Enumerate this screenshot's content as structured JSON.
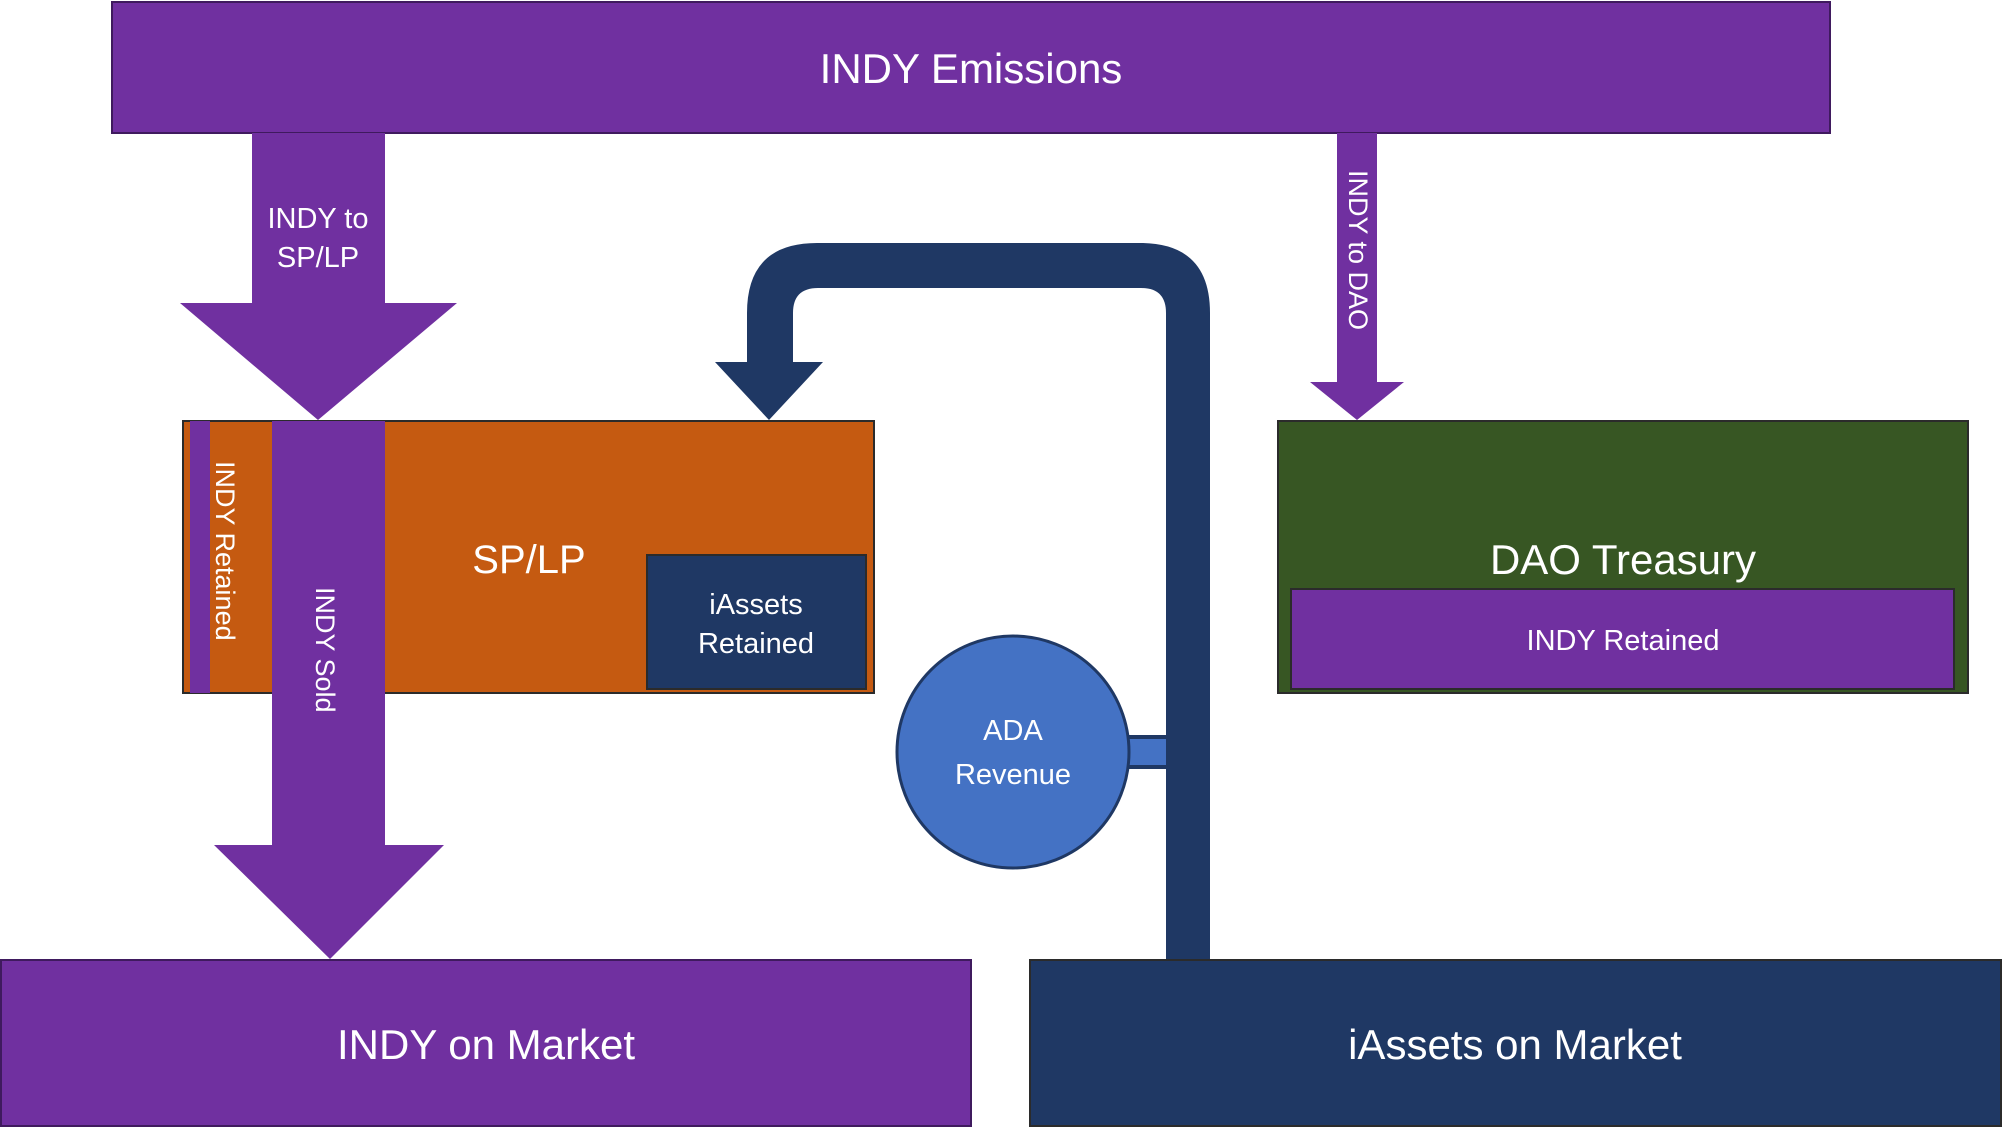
{
  "colors": {
    "purple": "#7030a0",
    "orange": "#c55a11",
    "navy": "#1f3864",
    "green": "#375623",
    "blue": "#4472c4",
    "text": "#ffffff"
  },
  "diagram": {
    "emissions": {
      "label": "INDY Emissions"
    },
    "indy_to_splp": {
      "line1": "INDY to",
      "line2": "SP/LP"
    },
    "indy_to_dao": {
      "label": "INDY to DAO"
    },
    "splp": {
      "label": "SP/LP",
      "indy_retained": "INDY Retained",
      "indy_sold": "INDY Sold",
      "iassets_retained": {
        "line1": "iAssets",
        "line2": "Retained"
      }
    },
    "dao_treasury": {
      "label": "DAO Treasury",
      "indy_retained": "INDY Retained"
    },
    "ada_revenue": {
      "line1": "ADA",
      "line2": "Revenue"
    },
    "indy_market": {
      "label": "INDY on Market"
    },
    "iassets_market": {
      "label": "iAssets on Market"
    }
  }
}
